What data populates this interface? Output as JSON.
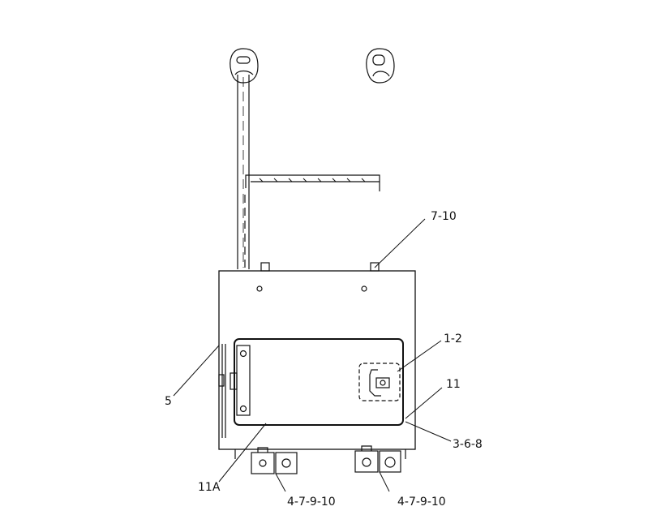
{
  "diagram": {
    "colors": {
      "line": "#111111",
      "background": "#ffffff"
    },
    "callouts": {
      "c1": "7-10",
      "c2": "1-2",
      "c3": "11",
      "c4": "5",
      "c5": "3-6-8",
      "c6": "11A",
      "c7": "4-7-9-10",
      "c8": "4-7-9-10"
    }
  }
}
